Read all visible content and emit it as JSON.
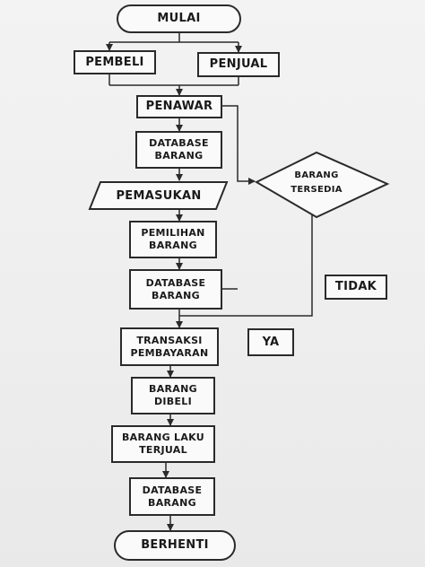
{
  "flowchart": {
    "start": "MULAI",
    "pembeli": "PEMBELI",
    "penjual": "PENJUAL",
    "penawar": "PENAWAR",
    "database1": [
      "DATABASE",
      "BARANG"
    ],
    "pemasukan": "PEMASUKAN",
    "pemilihan": [
      "PEMILIHAN",
      "BARANG"
    ],
    "database2": [
      "DATABASE",
      "BARANG"
    ],
    "decision": [
      "BARANG",
      "TERSEDIA"
    ],
    "tidak": "TIDAK",
    "ya": "YA",
    "transaksi": [
      "TRANSAKSI",
      "PEMBAYARAN"
    ],
    "dibeli": [
      "BARANG",
      "DIBELI"
    ],
    "terjual": [
      "BARANG LAKU",
      "TERJUAL"
    ],
    "database3": [
      "DATABASE",
      "BARANG"
    ],
    "end": "BERHENTI"
  }
}
